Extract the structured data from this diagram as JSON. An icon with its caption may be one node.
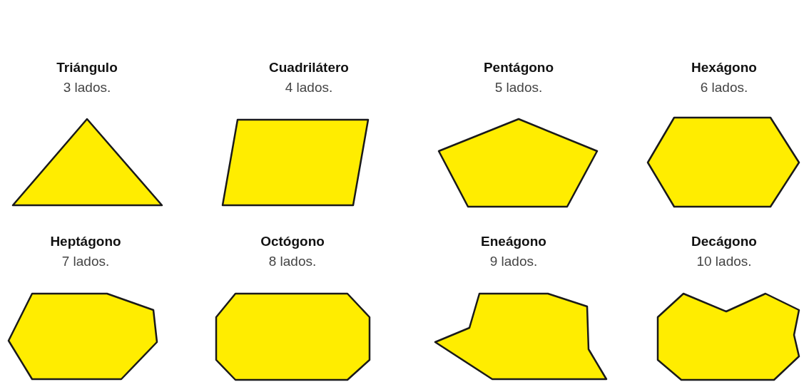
{
  "diagram": {
    "nodes": [
      {
        "text": [
          "Triángulo",
          "3 lados."
        ]
      },
      {
        "text": [
          "Cuadrilátero",
          "4 lados."
        ]
      },
      {
        "text": [
          "Pentágono",
          "5 lados."
        ]
      },
      {
        "text": [
          "Hexágono",
          "6 lados."
        ]
      },
      {
        "text": [
          "Heptágono",
          "7 lados."
        ]
      },
      {
        "text": [
          "Octógono",
          "8 lados."
        ]
      },
      {
        "text": [
          "Eneágono",
          "9 lados."
        ]
      },
      {
        "text": [
          "Decágono",
          "10 lados."
        ]
      }
    ]
  }
}
